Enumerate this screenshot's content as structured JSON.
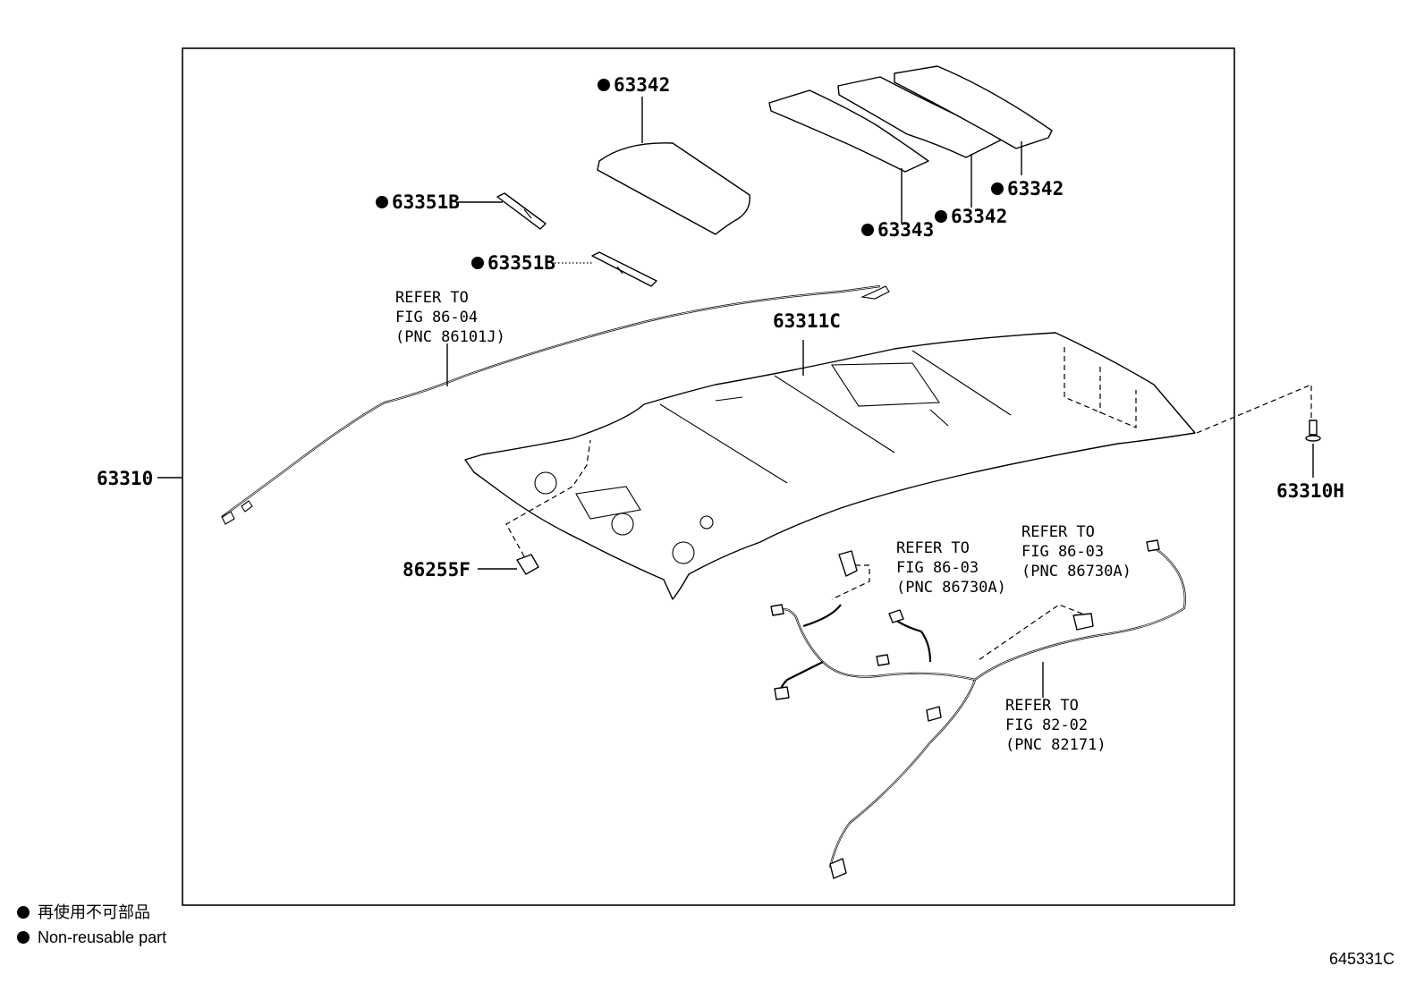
{
  "callouts": {
    "p63342_top": "63342",
    "p63351b_1": "63351B",
    "p63351b_2": "63351B",
    "p63343": "63343",
    "p63342_mid": "63342",
    "p63342_right": "63342",
    "p63311c": "63311C",
    "p63310": "63310",
    "p63310h": "63310H",
    "p86255f": "86255F"
  },
  "refs": {
    "ref_86_04": [
      "REFER TO",
      "FIG 86-04",
      "(PNC 86101J)"
    ],
    "ref_86_03_a": [
      "REFER TO",
      "FIG 86-03",
      "(PNC 86730A)"
    ],
    "ref_86_03_b": [
      "REFER TO",
      "FIG 86-03",
      "(PNC 86730A)"
    ],
    "ref_82_02": [
      "REFER TO",
      "FIG 82-02",
      "(PNC 82171)"
    ]
  },
  "legend": {
    "line1": "再使用不可部品",
    "line2": "Non-reusable part"
  },
  "figure_code": "645331C",
  "icons": {
    "non_reusable_marker": "filled-circle-icon"
  }
}
